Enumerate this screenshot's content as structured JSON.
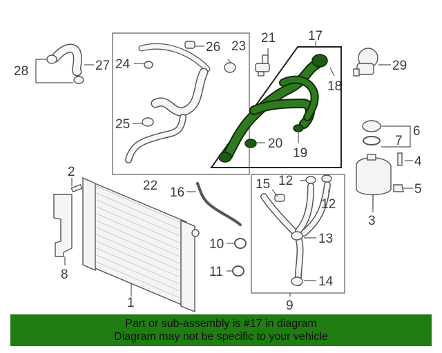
{
  "callouts": {
    "c1": "1",
    "c2": "2",
    "c3": "3",
    "c4": "4",
    "c5": "5",
    "c6": "6",
    "c7": "7",
    "c8": "8",
    "c9": "9",
    "c10": "10",
    "c11": "11",
    "c12a": "12",
    "c12b": "12",
    "c13": "13",
    "c14": "14",
    "c15": "15",
    "c16": "16",
    "c17": "17",
    "c18": "18",
    "c19": "19",
    "c20": "20",
    "c21": "21",
    "c22": "22",
    "c23": "23",
    "c24": "24",
    "c25": "25",
    "c26": "26",
    "c27": "27",
    "c28": "28",
    "c29": "29"
  },
  "banner": {
    "line1": "Part or sub-assembly is #17 in diagram",
    "line2": "Diagram may not be specific to your vehicle"
  },
  "colors": {
    "highlight": "#1e5a12",
    "banner_bg": "#1f7d12",
    "line": "#555555"
  }
}
